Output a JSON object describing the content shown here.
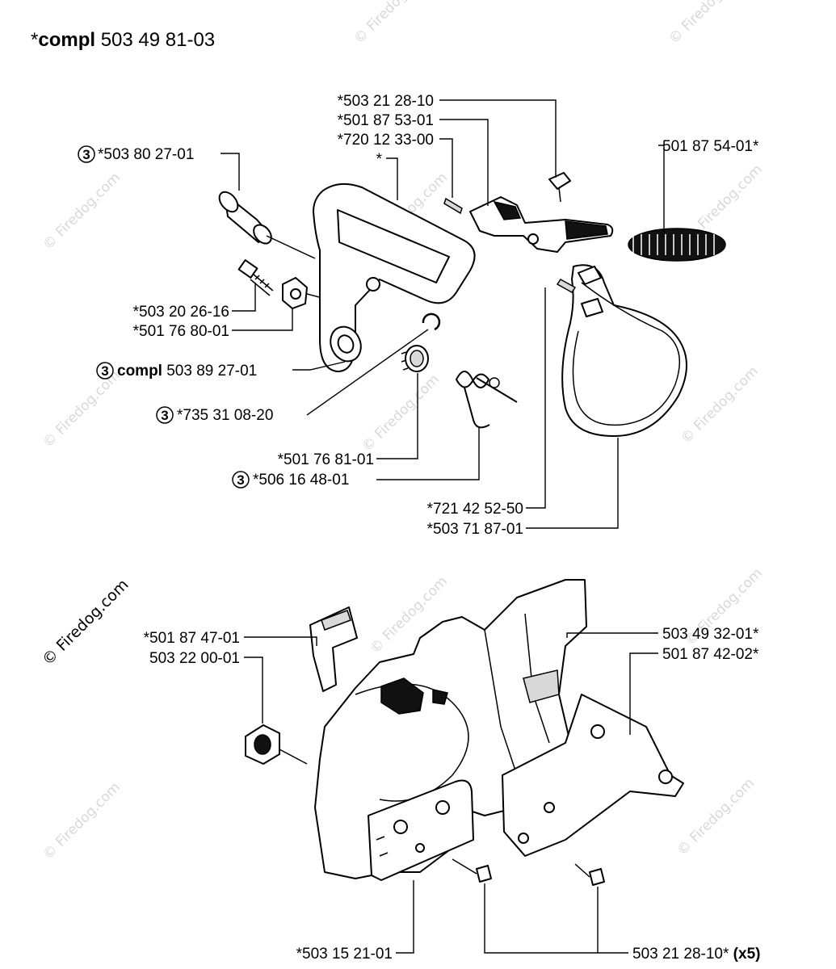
{
  "header": {
    "prefix": "*",
    "bold": "compl",
    "number": " 503 49 81-03"
  },
  "watermark": "© Firedog.com",
  "circled_marker": "3",
  "upper_group": {
    "labels": {
      "screw_top": "*503 21 28-10",
      "catch": "*501 87 53-01",
      "pin": "*720 12 33-00",
      "handle": "*",
      "spring_coil": "501 87 54-01*",
      "bushing_circ": "3",
      "bushing": "*503 80 27-01",
      "bolt": "*503 20 26-16",
      "nut_small": "*501 76 80-01",
      "handle_compl_circ": "3",
      "handle_compl_bold": "compl",
      "handle_compl": " 503 89 27-01",
      "circlip_circ": "3",
      "circlip": "*735 31 08-20",
      "hub": "*501 76 81-01",
      "torsion_circ": "3",
      "torsion": "*506 16 48-01",
      "band_pin": "*721 42 52-50",
      "brake_band": "*503 71 87-01"
    }
  },
  "lower_group": {
    "labels": {
      "plate_small": "*501 87 47-01",
      "nut_large": "503 22 00-01",
      "cover_top": "503 49 32-01*",
      "cover_side": "501 87 42-02*",
      "guide_plate": "*503 15 21-01",
      "screws": "503 21 28-10*",
      "screws_qty": " (x5)"
    }
  }
}
